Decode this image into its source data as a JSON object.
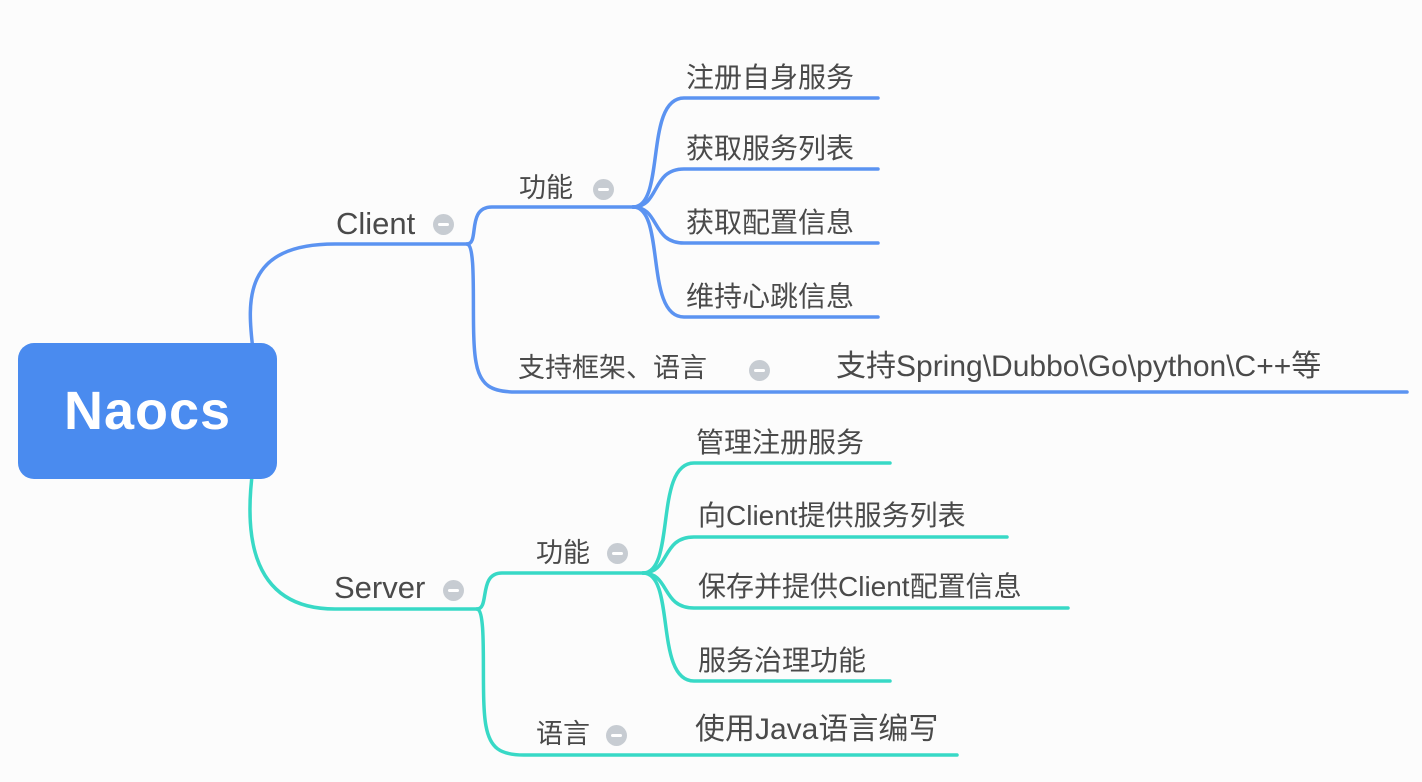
{
  "palette": {
    "client_branch": "#5b93f1",
    "server_branch": "#38d9c6",
    "root_fill": "#4a8bef",
    "root_text": "#ffffff",
    "node_text": "#4a4a4a",
    "icon_bg": "#c7ccd2",
    "canvas_bg": "#fcfcfc"
  },
  "mindmap": {
    "root": {
      "label": "Naocs"
    },
    "branches": [
      {
        "label": "Client",
        "children": [
          {
            "label": "功能",
            "children": [
              {
                "label": "注册自身服务"
              },
              {
                "label": "获取服务列表"
              },
              {
                "label": "获取配置信息"
              },
              {
                "label": "维持心跳信息"
              }
            ]
          },
          {
            "label": "支持框架、语言",
            "children": [
              {
                "label": "支持Spring\\Dubbo\\Go\\python\\C++等"
              }
            ]
          }
        ]
      },
      {
        "label": "Server",
        "children": [
          {
            "label": "功能",
            "children": [
              {
                "label": "管理注册服务"
              },
              {
                "label": "向Client提供服务列表"
              },
              {
                "label": "保存并提供Client配置信息"
              },
              {
                "label": "服务治理功能"
              }
            ]
          },
          {
            "label": "语言",
            "children": [
              {
                "label": "使用Java语言编写"
              }
            ]
          }
        ]
      }
    ]
  }
}
